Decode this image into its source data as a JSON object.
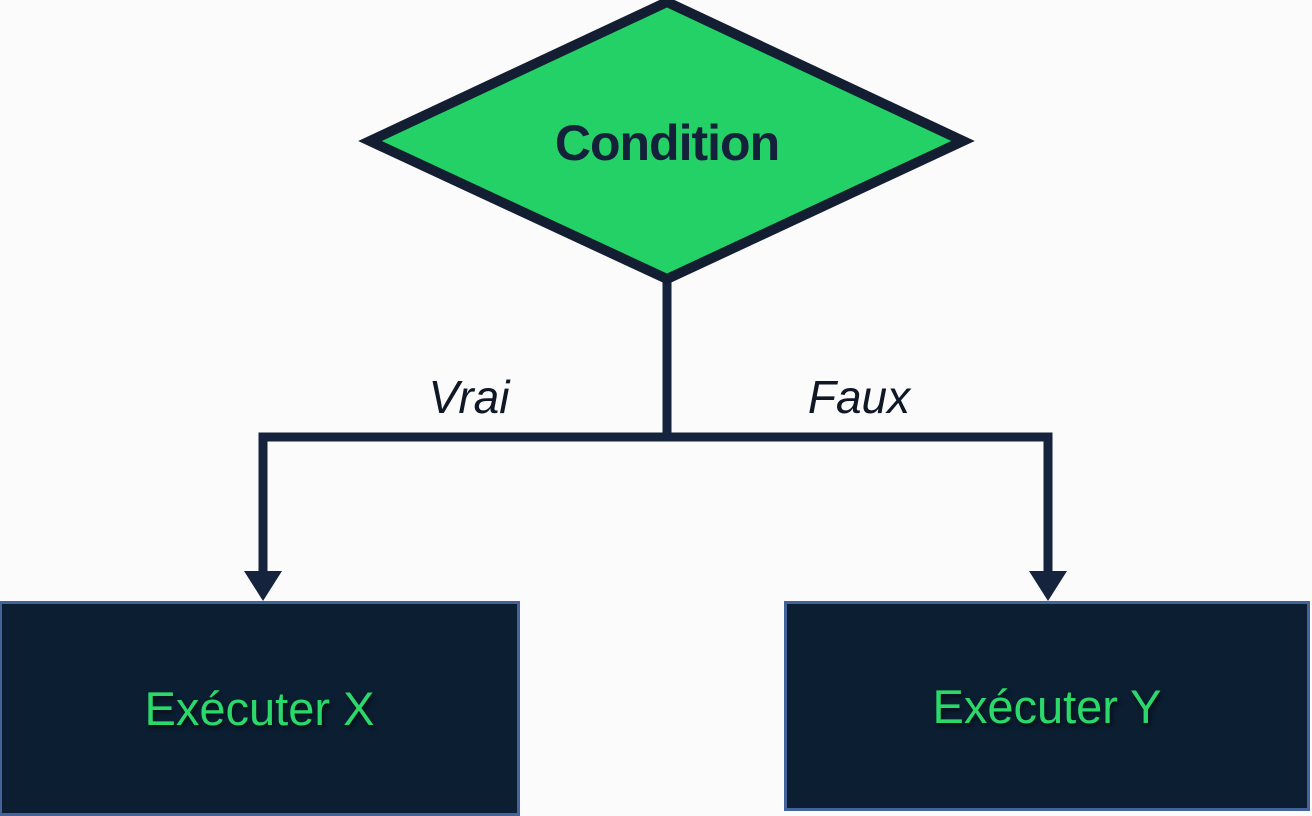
{
  "diagram": {
    "type": "flowchart-if-else",
    "decision": {
      "label": "Condition",
      "shape": "diamond"
    },
    "true_branch": {
      "label": "Vrai",
      "action": "Exécuter X"
    },
    "false_branch": {
      "label": "Faux",
      "action": "Exécuter Y"
    },
    "colors": {
      "background": "#fbfbfb",
      "diamond_fill": "#23d166",
      "outline_navy": "#15213a",
      "connector_navy": "#16233c",
      "box_fill": "#0c1e32",
      "box_border": "#44639b",
      "action_text_green": "#2bd96a",
      "decision_text_navy": "#15213b",
      "branch_label_color": "#101826"
    }
  }
}
